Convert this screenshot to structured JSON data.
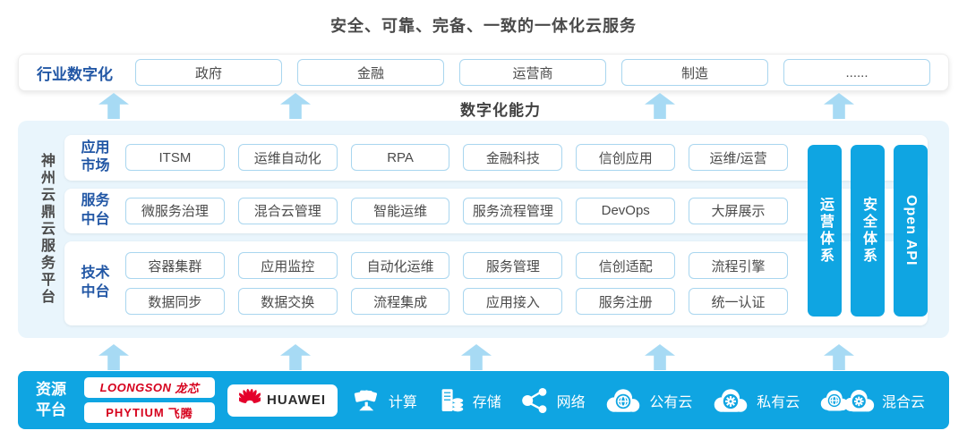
{
  "title": "安全、可靠、完备、一致的一体化云服务",
  "industry": {
    "label": "行业数字化",
    "items": [
      "政府",
      "金融",
      "运营商",
      "制造",
      "......"
    ]
  },
  "capability_label": "数字化能力",
  "platform": {
    "name": "神州云鼎云服务平台",
    "app_market": {
      "label": "应用市场",
      "items": [
        "ITSM",
        "运维自动化",
        "RPA",
        "金融科技",
        "信创应用",
        "运维/运营"
      ]
    },
    "service_mid": {
      "label": "服务中台",
      "items": [
        "微服务治理",
        "混合云管理",
        "智能运维",
        "服务流程管理",
        "DevOps",
        "大屏展示"
      ]
    },
    "tech_mid": {
      "label": "技术中台",
      "items_top": [
        "容器集群",
        "应用监控",
        "自动化运维",
        "服务管理",
        "信创适配",
        "流程引擎"
      ],
      "items_bottom": [
        "数据同步",
        "数据交换",
        "流程集成",
        "应用接入",
        "服务注册",
        "统一认证"
      ]
    },
    "side_bars": [
      "运营体系",
      "安全体系",
      "Open API"
    ]
  },
  "resource": {
    "label": "资源平台",
    "vendors": {
      "loongson": {
        "latin": "LOONGSON",
        "cjk": "龙芯"
      },
      "phytium": {
        "latin": "PHYTIUM",
        "cjk": "飞腾"
      },
      "huawei": "HUAWEI"
    },
    "items": [
      {
        "icon": "compute-icon",
        "label": "计算"
      },
      {
        "icon": "storage-icon",
        "label": "存储"
      },
      {
        "icon": "network-icon",
        "label": "网络"
      },
      {
        "icon": "public-cloud-icon",
        "label": "公有云"
      },
      {
        "icon": "private-cloud-icon",
        "label": "私有云"
      },
      {
        "icon": "hybrid-cloud-icon",
        "label": "混合云"
      }
    ]
  },
  "colors": {
    "accent_blue": "#0fa5e2",
    "arrow_blue": "#a7daf4",
    "panel_bg": "#e9f5fc",
    "pill_border": "#a9d6ef",
    "label_blue": "#2257a5",
    "logo_red": "#d6001c",
    "text_dark": "#4a4a4a"
  }
}
